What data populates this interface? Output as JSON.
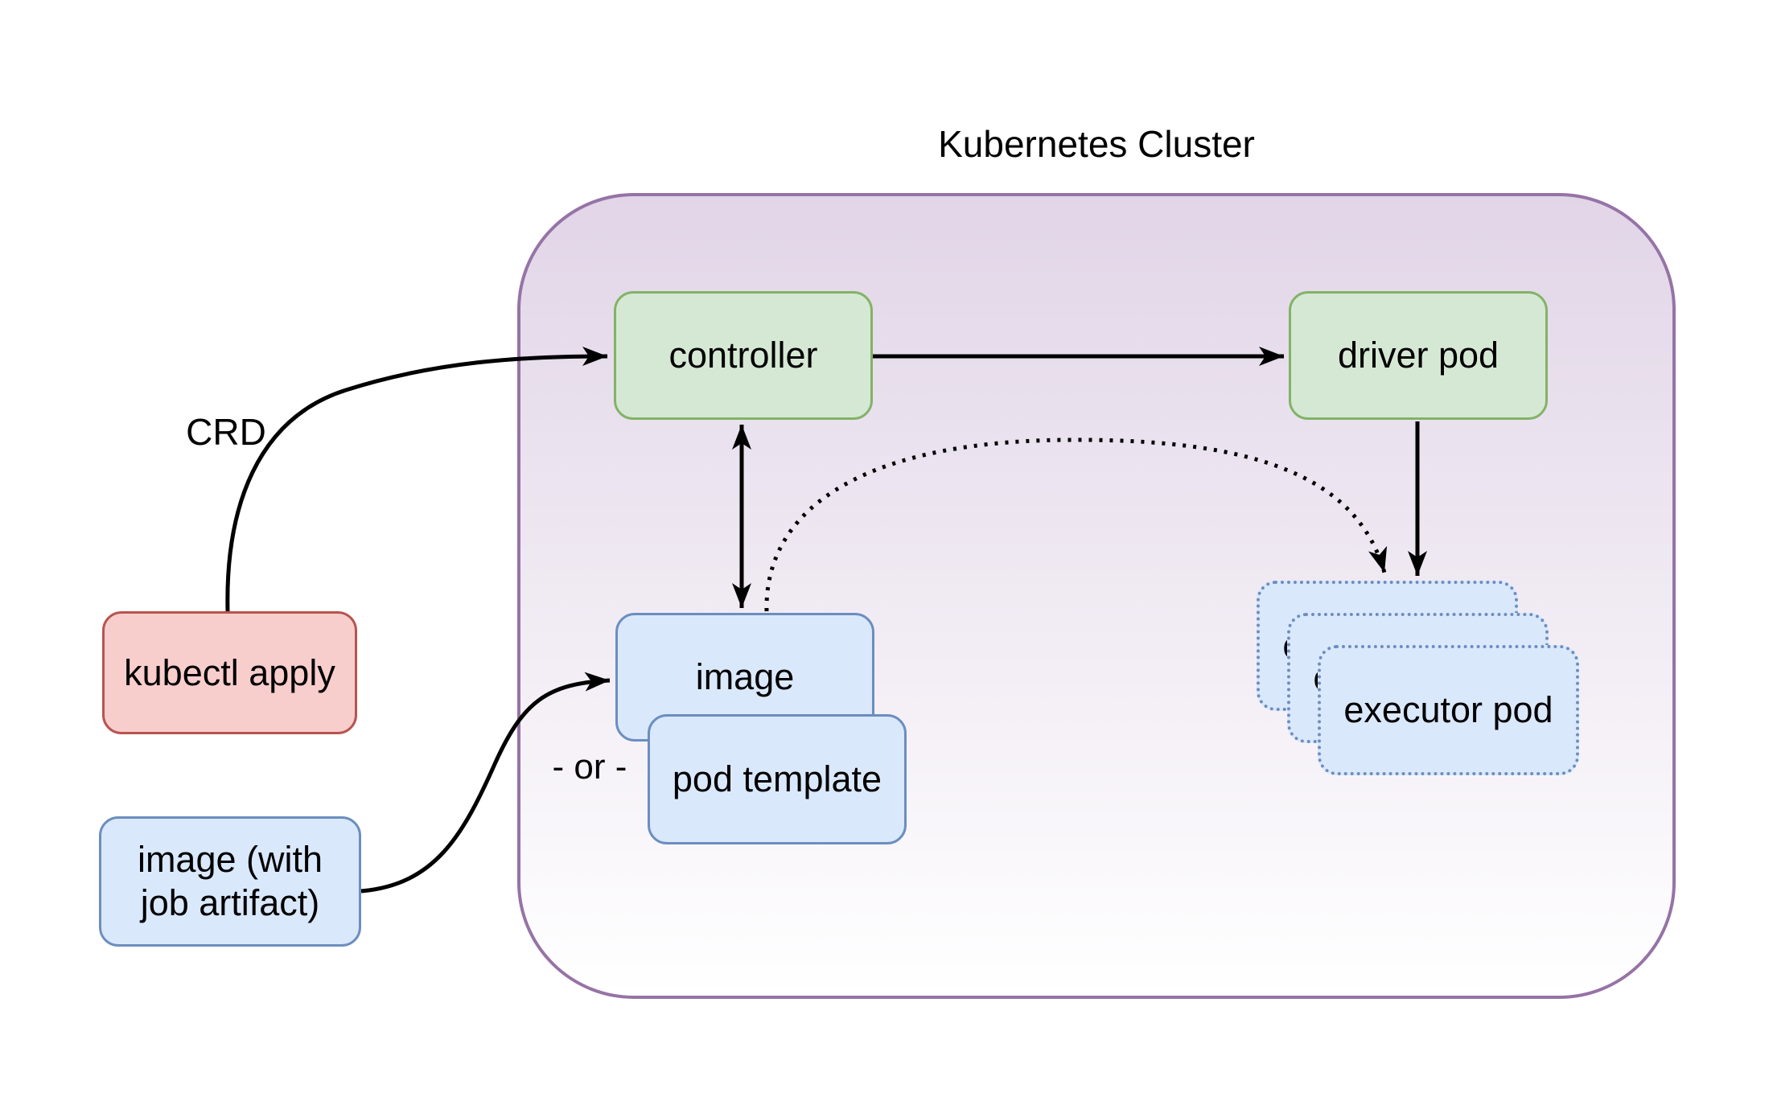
{
  "diagram": {
    "title": "Kubernetes Cluster",
    "labels": {
      "crd": "CRD",
      "or": "- or -"
    },
    "nodes": {
      "kubectl_apply": "kubectl apply",
      "job_image": "image (with job artifact)",
      "controller": "controller",
      "driver_pod": "driver pod",
      "image": "image",
      "pod_template": "pod template"
    },
    "executors": [
      {
        "label": "executor pod"
      },
      {
        "label": "executor pod"
      },
      {
        "label": "executor pod"
      }
    ],
    "edges": {
      "crd_to_controller": "kubectl apply to controller (CRD)",
      "controller_to_driver": "controller to driver pod",
      "controller_image_bidirectional": "controller to/from image",
      "driver_to_executors": "driver pod to executor pods",
      "image_to_executors_dotted": "image to executor pods (dotted)",
      "job_image_to_image": "image (with job artifact) to image / pod template"
    },
    "colors": {
      "purple_border": "#9673a6",
      "purple_fill_top": "#e1d5e7",
      "purple_fill_bottom": "#ffffff",
      "green_fill": "#d5e8d4",
      "green_border": "#82b366",
      "blue_fill": "#dae8fc",
      "blue_border": "#6c8ebf",
      "red_fill": "#f8cecc",
      "red_border": "#b85450",
      "arrow": "#000000",
      "text": "#000000"
    }
  }
}
